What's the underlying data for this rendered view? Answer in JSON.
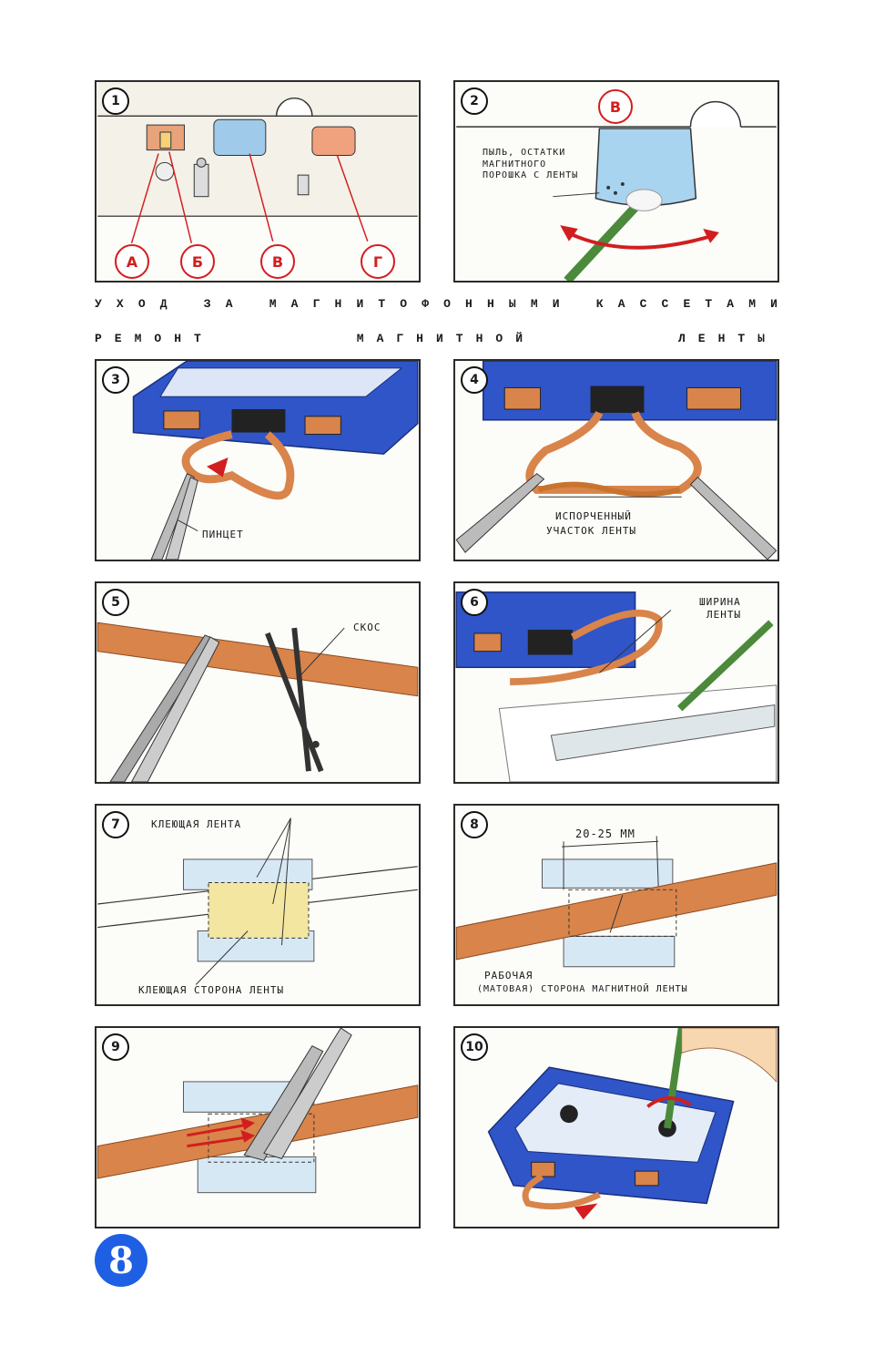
{
  "heading1": "УХОД ЗА МАГНИТОФОННЫМИ КАССЕТАМИ",
  "heading1_letters": [
    "У",
    "Х",
    "О",
    "Д",
    "З",
    "А",
    "М",
    "А",
    "Г",
    "Н",
    "И",
    "Т",
    "О",
    "Ф",
    "О",
    "Н",
    "Н",
    "Ы",
    "М",
    "И",
    "К",
    "А",
    "С",
    "С",
    "Е",
    "Т",
    "А",
    "М",
    "И"
  ],
  "heading2_words": [
    "РЕМОНТ",
    "МАГНИТНОЙ",
    "ЛЕНТЫ"
  ],
  "page_number": "8",
  "panels": {
    "p1": {
      "number": "1",
      "markers": [
        "А",
        "Б",
        "В",
        "Г"
      ]
    },
    "p2": {
      "number": "2",
      "marker": "В",
      "label": "ПЫЛЬ, ОСТАТКИ МАГНИТНОГО ПОРОШКА С ЛЕНТЫ"
    },
    "p3": {
      "number": "3",
      "label": "ПИНЦЕТ"
    },
    "p4": {
      "number": "4",
      "label_line1": "ИСПОРЧЕННЫЙ",
      "label_line2": "УЧАСТОК ЛЕНТЫ"
    },
    "p5": {
      "number": "5",
      "label": "СКОС"
    },
    "p6": {
      "number": "6",
      "label_line1": "ШИРИНА",
      "label_line2": "ЛЕНТЫ"
    },
    "p7": {
      "number": "7",
      "label_top": "КЛЕЮЩАЯ ЛЕНТА",
      "label_bottom": "КЛЕЮЩАЯ СТОРОНА ЛЕНТЫ"
    },
    "p8": {
      "number": "8",
      "dimension": "20-25 ММ",
      "label_line1": "РАБОЧАЯ",
      "label_line2": "(МАТОВАЯ) СТОРОНА МАГНИТНОЙ ЛЕНТЫ"
    },
    "p9": {
      "number": "9"
    },
    "p10": {
      "number": "10"
    }
  },
  "colors": {
    "tape": "#d9844a",
    "cassette_blue": "#2f55c8",
    "red": "#d21e1e",
    "clear_tape": "#cfe3f3",
    "page_badge": "#1f5fe3"
  }
}
